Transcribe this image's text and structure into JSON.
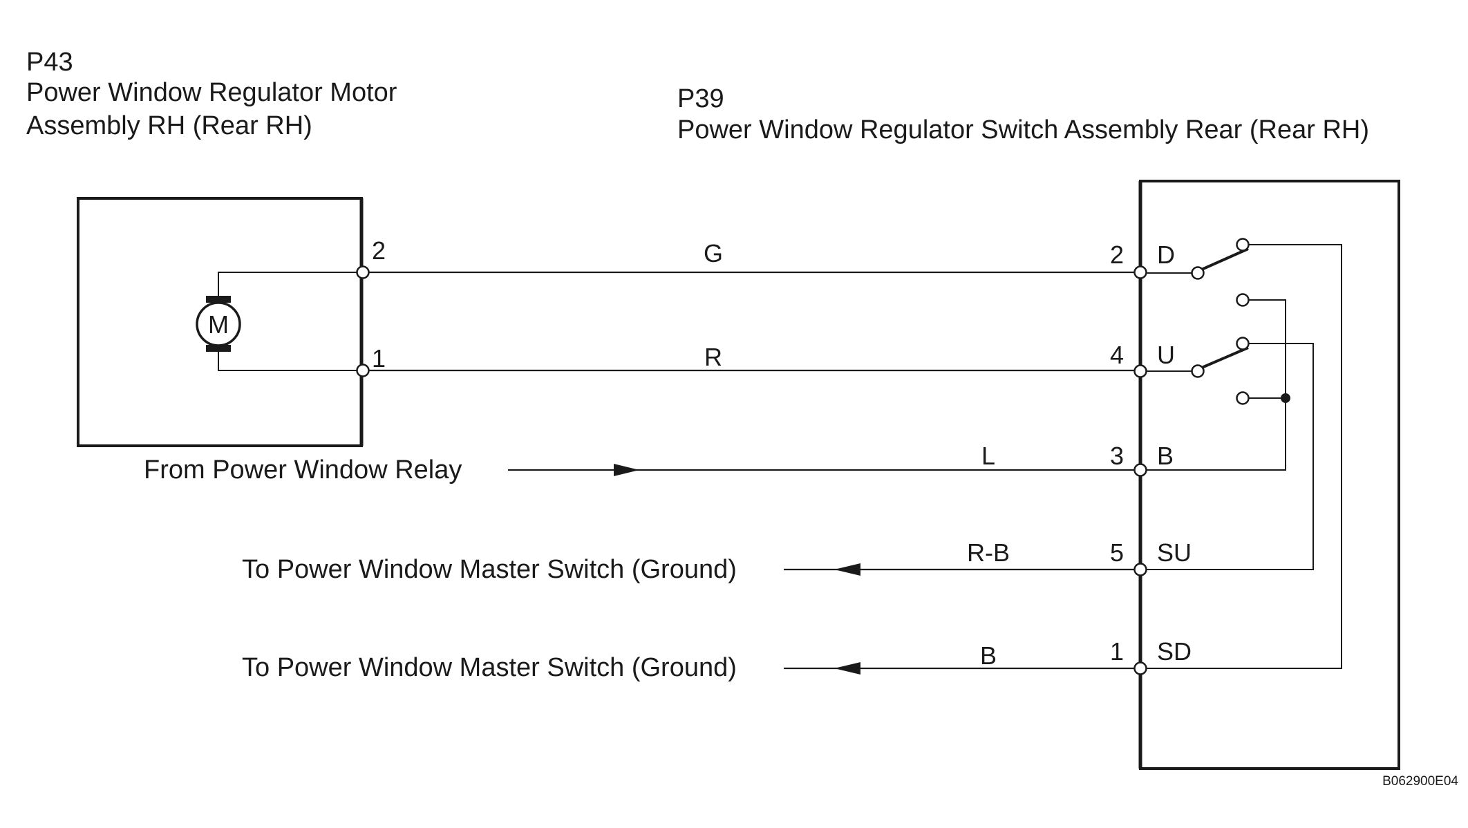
{
  "motor_connector": {
    "code": "P43",
    "name_line1": "Power Window Regulator Motor",
    "name_line2": "Assembly RH (Rear RH)",
    "motor_symbol": "M",
    "pins": [
      "2",
      "1"
    ]
  },
  "switch_connector": {
    "code": "P39",
    "name": "Power Window Regulator Switch Assembly Rear (Rear RH)",
    "pins": [
      {
        "number": "2",
        "terminal": "D"
      },
      {
        "number": "4",
        "terminal": "U"
      },
      {
        "number": "3",
        "terminal": "B"
      },
      {
        "number": "5",
        "terminal": "SU"
      },
      {
        "number": "1",
        "terminal": "SD"
      }
    ]
  },
  "wires": [
    {
      "color_code": "G"
    },
    {
      "color_code": "R"
    },
    {
      "color_code": "L",
      "source": "From Power Window Relay"
    },
    {
      "color_code": "R-B",
      "destination": "To Power Window Master Switch (Ground)"
    },
    {
      "color_code": "B",
      "destination": "To Power Window Master Switch (Ground)"
    }
  ],
  "figure_code": "B062900E04",
  "line_color": "#1a1a1a"
}
